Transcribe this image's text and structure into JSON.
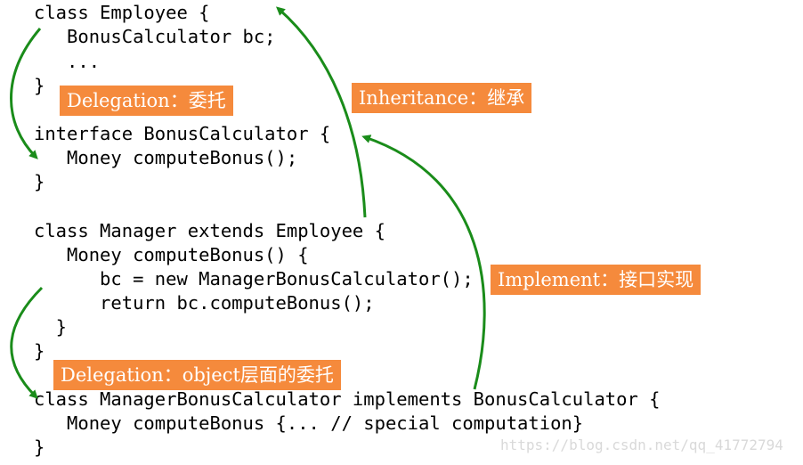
{
  "code_lines": [
    "class Employee {",
    "   BonusCalculator bc;",
    "   ...",
    "}",
    "interface BonusCalculator {",
    "   Money computeBonus();",
    "}",
    "class Manager extends Employee {",
    "   Money computeBonus() {",
    "      bc = new ManagerBonusCalculator();",
    "      return bc.computeBonus();",
    "  }",
    "}",
    "class ManagerBonusCalculator implements BonusCalculator {",
    "   Money computeBonus {... // special computation}",
    "}"
  ],
  "labels": {
    "delegation": "Delegation：委托",
    "inheritance": "Inheritance：继承",
    "implement": "Implement：接口实现",
    "delegation_object": "Delegation：object层面的委托"
  },
  "watermark": "https://blog.csdn.net/qq_41772794",
  "colors": {
    "arrow": "#1a8c1a",
    "label_bg": "#f58a3c",
    "label_text": "#ffffff",
    "code_text": "#000000"
  }
}
